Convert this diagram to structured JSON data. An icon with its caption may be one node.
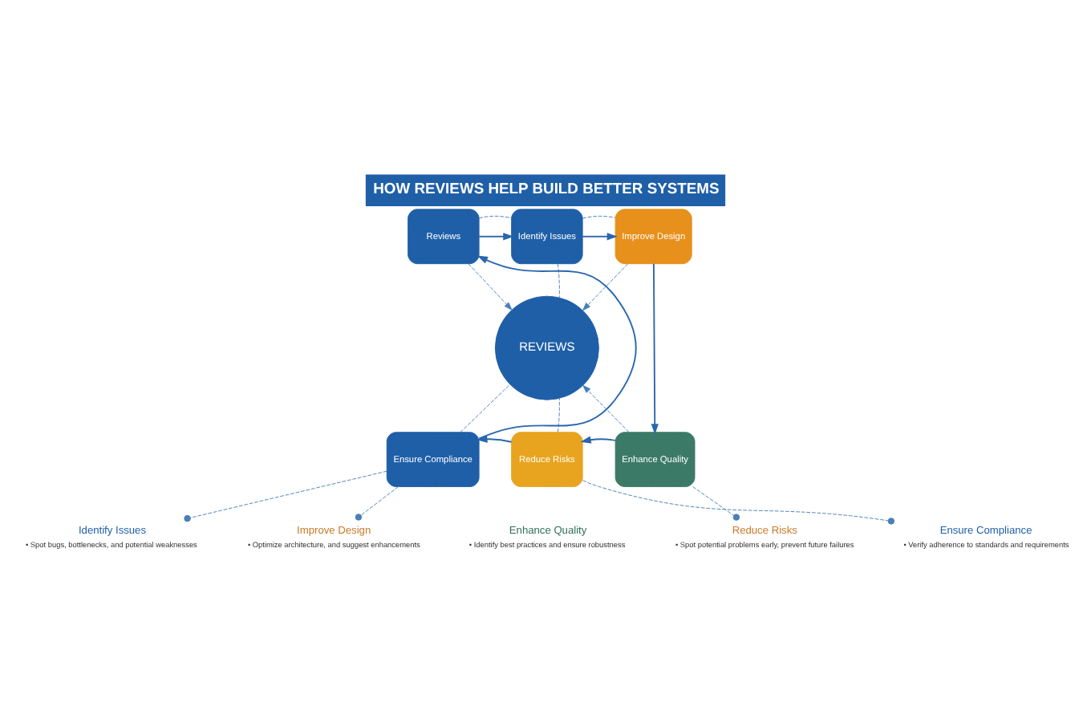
{
  "diagram": {
    "title": "HOW REVIEWS HELP BUILD BETTER SYSTEMS",
    "nodes": [
      {
        "text": [
          "REVIEWS"
        ]
      },
      {
        "text": [
          "Identify Issues"
        ]
      },
      {
        "text": [
          "Improve Design"
        ]
      },
      {
        "text": [
          "Enhance Quality"
        ]
      },
      {
        "text": [
          "Reduce Risks"
        ]
      },
      {
        "text": [
          "Ensure Compliance"
        ]
      },
      {
        "text": [
          "Reviews"
        ]
      },
      {
        "text": [
          "Identify Issues",
          "• Spot bugs, bottlenecks, and potential weaknesses"
        ]
      },
      {
        "text": [
          "Improve Design",
          "• Optimize architecture, and suggest enhancements"
        ]
      },
      {
        "text": [
          "Enhance Quality",
          "• Identify best practices and ensure robustness"
        ]
      },
      {
        "text": [
          "Reduce Risks",
          "• Spot potential problems early, prevent future failures"
        ]
      },
      {
        "text": [
          "Ensure Compliance",
          "• Verify adherence to standards and requirements"
        ]
      }
    ],
    "edges": [
      {
        "from": 6,
        "to": 1,
        "arrow": "to"
      },
      {
        "from": 1,
        "to": 2,
        "arrow": "to"
      },
      {
        "from": 2,
        "to": 3,
        "arrow": "to"
      },
      {
        "from": 3,
        "to": 4,
        "arrow": "to"
      },
      {
        "from": 4,
        "to": 5,
        "arrow": "to"
      },
      {
        "from": 5,
        "to": 6,
        "arrow": "to"
      },
      {
        "from": 6,
        "to": 0,
        "arrow": "to",
        "style": "dashed"
      },
      {
        "from": 2,
        "to": 0,
        "arrow": "to",
        "style": "dashed"
      },
      {
        "from": 3,
        "to": 0,
        "arrow": "to",
        "style": "dashed"
      },
      {
        "from": 1,
        "to": 0,
        "arrow": "none",
        "style": "dashed"
      },
      {
        "from": 4,
        "to": 0,
        "arrow": "none",
        "style": "dashed"
      },
      {
        "from": 5,
        "to": 0,
        "arrow": "none",
        "style": "dashed"
      },
      {
        "from": 6,
        "to": 1,
        "arrow": "none",
        "style": "dashed"
      },
      {
        "from": 1,
        "to": 2,
        "arrow": "none",
        "style": "dashed"
      },
      {
        "from": 5,
        "to": 7,
        "arrow": "other",
        "style": "dashed"
      },
      {
        "from": 5,
        "to": 8,
        "arrow": "other",
        "style": "dashed"
      },
      {
        "from": 3,
        "to": 10,
        "arrow": "other",
        "style": "dashed"
      },
      {
        "from": 4,
        "to": 11,
        "arrow": "other",
        "style": "dashed"
      }
    ]
  }
}
